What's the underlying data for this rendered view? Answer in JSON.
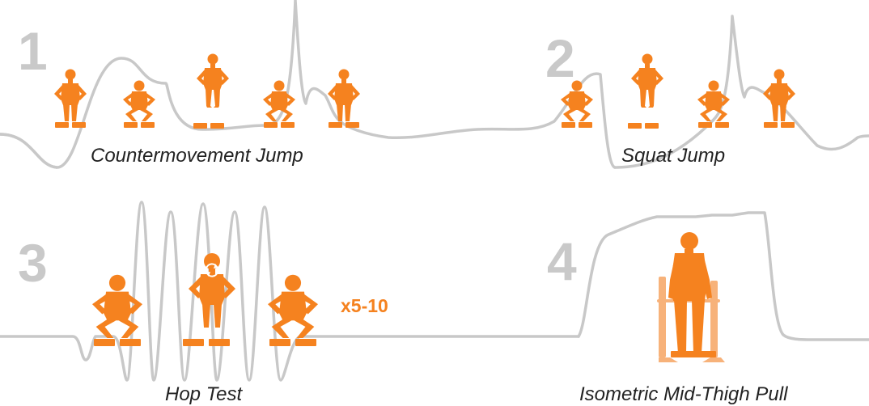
{
  "colors": {
    "accent": "#f5821f",
    "trace": "#c8c8c8",
    "number": "#c9c9c9",
    "caption": "#222222"
  },
  "panels": [
    {
      "number": "1",
      "caption": "Countermovement Jump"
    },
    {
      "number": "2",
      "caption": "Squat Jump"
    },
    {
      "number": "3",
      "caption": "Hop Test",
      "reps_label": "x5-10"
    },
    {
      "number": "4",
      "caption": "Isometric Mid-Thigh Pull"
    }
  ]
}
